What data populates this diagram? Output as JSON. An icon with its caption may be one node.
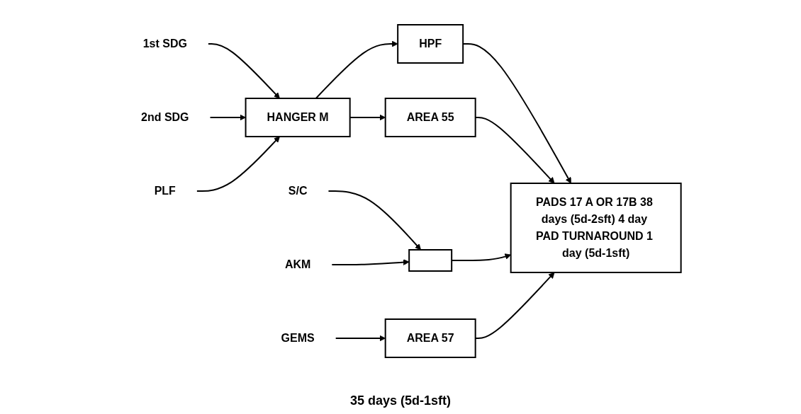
{
  "diagram": {
    "nodes": [
      {
        "text": [
          "1st SDG"
        ]
      },
      {
        "text": [
          "2nd SDG"
        ]
      },
      {
        "text": [
          "PLF"
        ]
      },
      {
        "text": [
          "HANGER M"
        ]
      },
      {
        "text": [
          "HPF"
        ]
      },
      {
        "text": [
          "AREA 55"
        ]
      },
      {
        "text": [
          "PADS 17 A OR 17B 38 days (5d-2sft) 4 day PAD TURNAROUND 1 day (5d-1sft)"
        ]
      },
      {
        "text": [
          "S/C"
        ]
      },
      {
        "text": [
          "AKM"
        ]
      },
      {
        "text": [],
        "shape": "box"
      },
      {
        "text": [
          "GEMS"
        ]
      },
      {
        "text": [
          "AREA 57"
        ]
      }
    ],
    "edges": [
      {
        "from": 0,
        "to": 3,
        "arrow": "to"
      },
      {
        "from": 1,
        "to": 3,
        "arrow": "to"
      },
      {
        "from": 2,
        "to": 3,
        "arrow": "to"
      },
      {
        "from": 3,
        "to": 4,
        "arrow": "to"
      },
      {
        "from": 3,
        "to": 5,
        "arrow": "to"
      },
      {
        "from": 4,
        "to": 6,
        "arrow": "to"
      },
      {
        "from": 5,
        "to": 6,
        "arrow": "to"
      },
      {
        "from": 7,
        "to": 9,
        "arrow": "to"
      },
      {
        "from": 8,
        "to": 9,
        "arrow": "to"
      },
      {
        "from": 9,
        "to": 6,
        "arrow": "to"
      },
      {
        "from": 10,
        "to": 11,
        "arrow": "to"
      },
      {
        "from": 11,
        "to": 6,
        "arrow": "to"
      }
    ],
    "labels": [
      "35 days (5d-1sft)"
    ]
  }
}
